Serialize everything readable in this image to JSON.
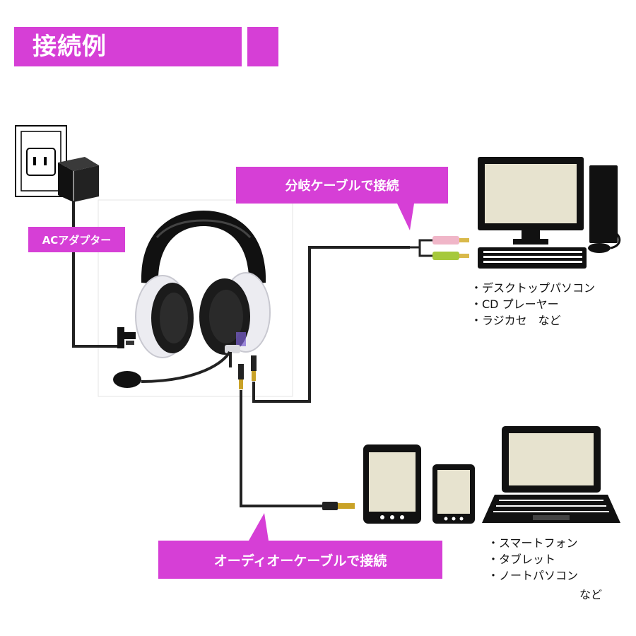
{
  "header": {
    "title": "接続例"
  },
  "callouts": {
    "branch_cable": "分岐ケーブルで接続",
    "audio_cable": "オーディオーケーブルで接続",
    "ac_adapter": "ACアダプター"
  },
  "devices_top": {
    "items": [
      "・デスクトップパソコン",
      "・CD プレーヤー",
      "・ラジカセ　など"
    ]
  },
  "devices_bottom": {
    "items": [
      "・スマートフォン",
      "・タブレット",
      "・ノートパソコン"
    ],
    "suffix": "など"
  },
  "colors": {
    "accent": "#d63fd6",
    "pink_plug": "#f0b6c8",
    "green_plug": "#a6c93c",
    "gold_plug": "#c9a227",
    "screen": "#e7e3cf"
  },
  "icons": [
    "wall-outlet-icon",
    "ac-adapter-icon",
    "headset-icon",
    "microphone-icon",
    "desktop-pc-icon",
    "tablet-icon",
    "smartphone-icon",
    "laptop-icon",
    "audio-plug-icon"
  ]
}
